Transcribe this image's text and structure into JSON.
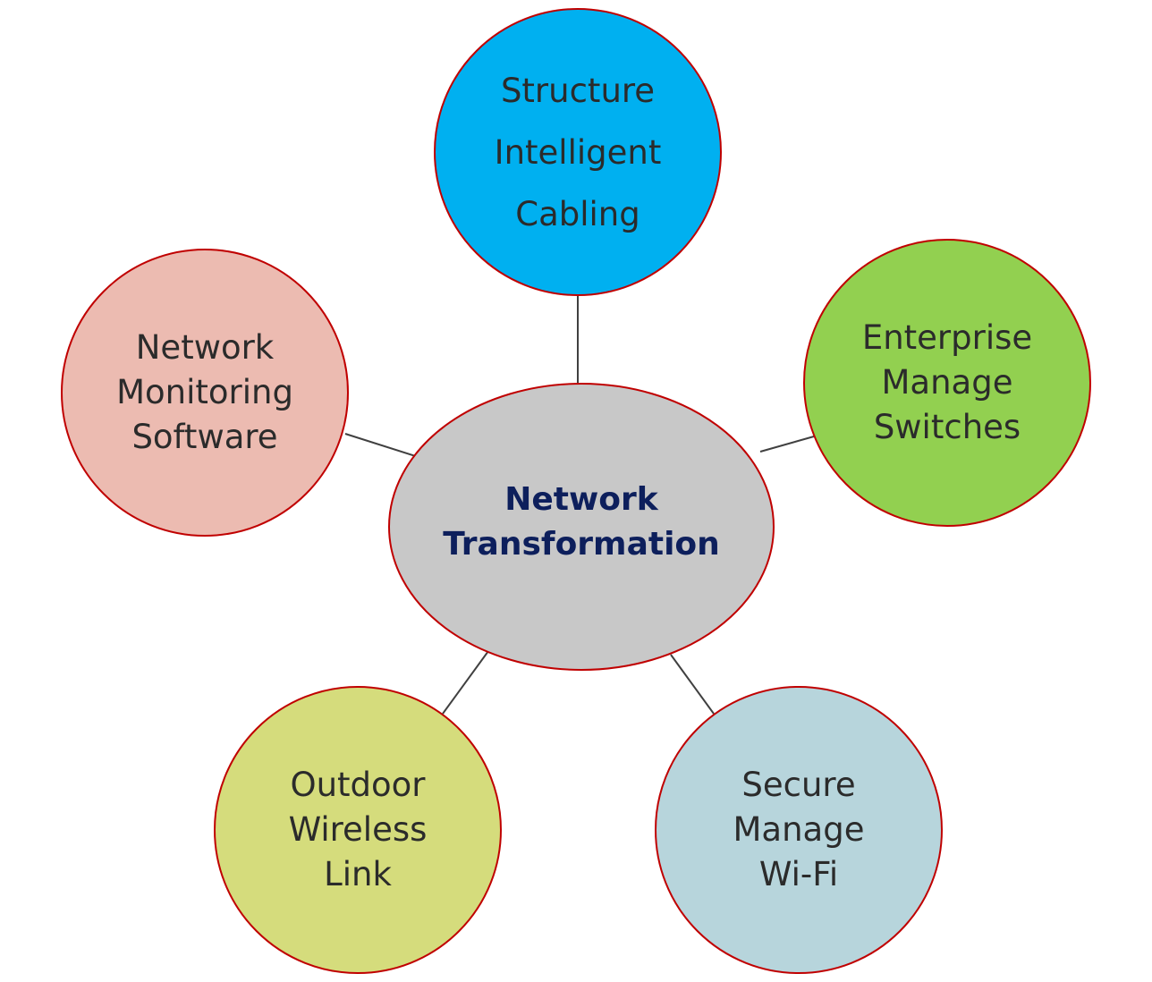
{
  "center": {
    "lines": [
      "Network",
      "Transformation"
    ],
    "fill": "#c8c8c8",
    "text_color": "#0d1f5c"
  },
  "nodes": {
    "top": {
      "lines": [
        "Structure",
        "Intelligent",
        "Cabling"
      ],
      "fill": "#00b0f0"
    },
    "right": {
      "lines": [
        "Enterprise",
        "Manage",
        "Switches"
      ],
      "fill": "#92d050"
    },
    "bottom_right": {
      "lines": [
        "Secure",
        "Manage",
        "Wi-Fi"
      ],
      "fill": "#b7d5dc"
    },
    "bottom_left": {
      "lines": [
        "Outdoor",
        "Wireless",
        "Link"
      ],
      "fill": "#d5dc7c"
    },
    "left": {
      "lines": [
        "Network",
        "Monitoring",
        "Software"
      ],
      "fill": "#ecbbb1"
    }
  },
  "outline_color": "#c00000",
  "connector_color": "#404040"
}
